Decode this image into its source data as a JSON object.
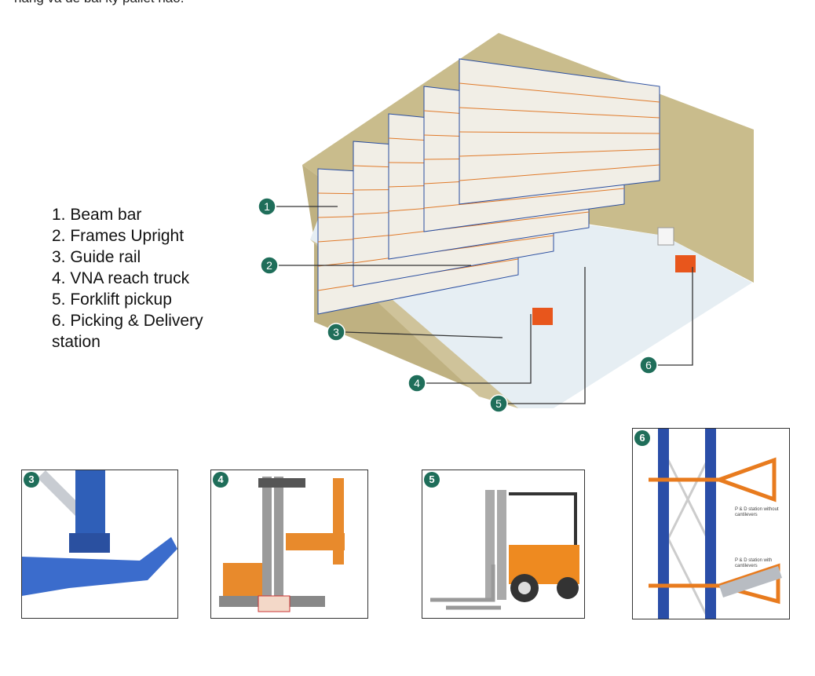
{
  "top_text": "hàng và dễ bài ký pallet nào.",
  "legend": [
    "1. Beam bar",
    "2. Frames Upright",
    "3. Guide rail",
    "4. VNA reach truck",
    "5. Forklift pickup",
    "6. Picking & Delivery",
    "station"
  ],
  "callouts": [
    "1",
    "2",
    "3",
    "4",
    "5",
    "6"
  ],
  "panels": [
    {
      "badge": "3"
    },
    {
      "badge": "4"
    },
    {
      "badge": "5"
    },
    {
      "badge": "6",
      "labels": [
        "P & D station without cantilevers",
        "P & D station with cantilevers"
      ]
    }
  ],
  "colors": {
    "callout": "#1f6e5a",
    "wall": "#c9bc8c",
    "floor": "#e6eef3",
    "upright": "#2a4ea0",
    "beam": "#e07a2a",
    "truck": "#e8561c"
  }
}
